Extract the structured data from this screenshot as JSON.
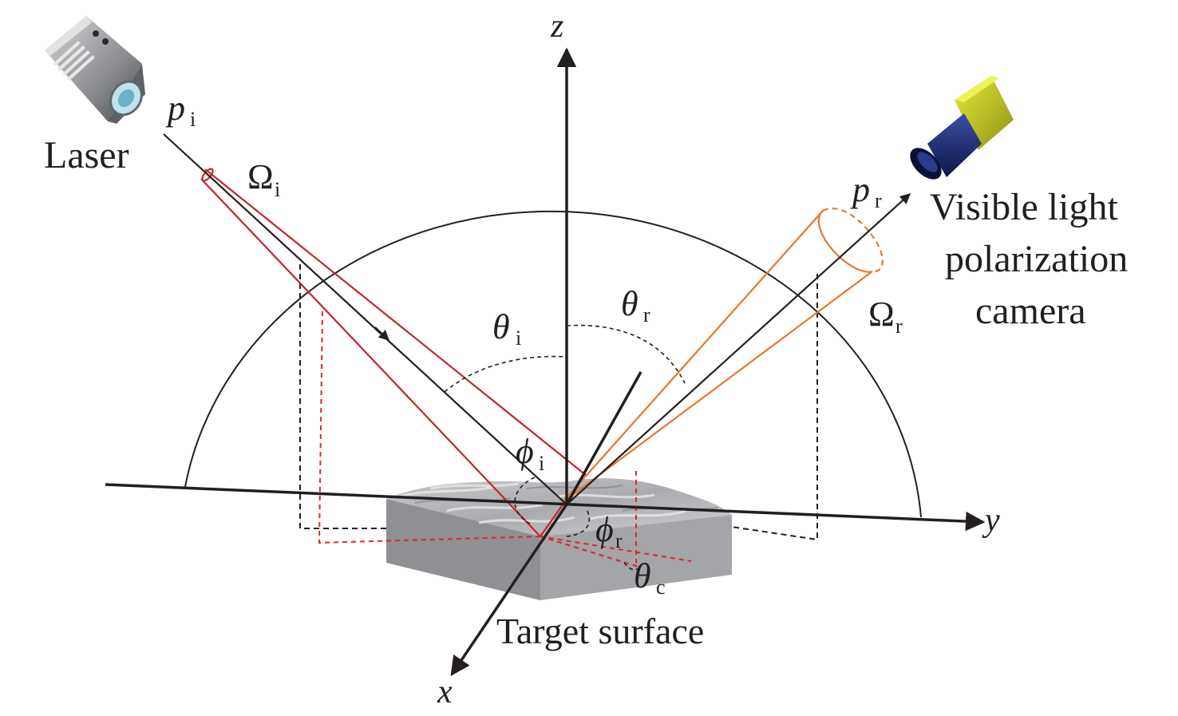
{
  "labels": {
    "laser": "Laser",
    "camera_line1": "Visible light",
    "camera_line2": "polarization",
    "camera_line3": "camera",
    "target": "Target surface"
  },
  "axes": {
    "x": "x",
    "y": "y",
    "z": "z"
  },
  "symbols": {
    "p": "p",
    "omega": "Ω",
    "theta": "θ",
    "phi": "ϕ",
    "sub_i": "i",
    "sub_r": "r",
    "sub_c": "c"
  },
  "icons": {
    "laser": "laser-device-icon",
    "camera": "polarization-camera-icon"
  },
  "colors": {
    "line": "#231f20",
    "incident": "#c1272d",
    "reflected": "#e8772e",
    "dashed_red": "#e0262b",
    "surface": "#b9babc",
    "surface_side": "#8e9093",
    "camera_body": "#c9cd1e",
    "camera_lens": "#1e2c7a"
  }
}
